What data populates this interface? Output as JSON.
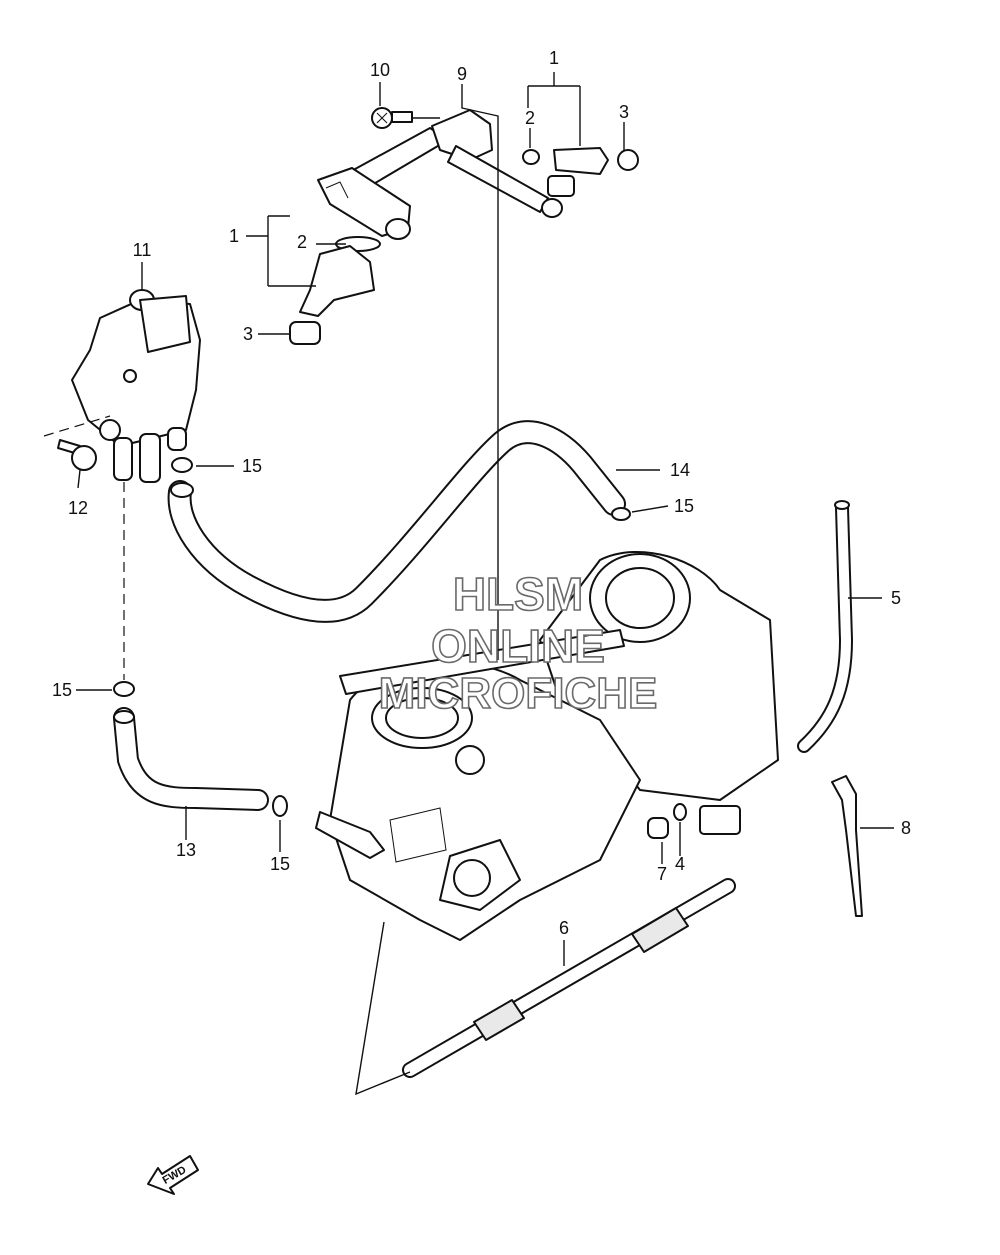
{
  "callouts": {
    "n1_top": "1",
    "n2_top": "2",
    "n3_top": "3",
    "n9": "9",
    "n10": "10",
    "n1_left": "1",
    "n2_left": "2",
    "n3_left": "3",
    "n11": "11",
    "n12": "12",
    "n15_a": "15",
    "n14": "14",
    "n15_b": "15",
    "n5": "5",
    "n15_c": "15",
    "n13": "13",
    "n15_d": "15",
    "n7": "7",
    "n4": "4",
    "n8": "8",
    "n6": "6"
  },
  "watermark": {
    "line1": "HLSM",
    "line2": "ONLINE",
    "line3": "MICROFICHE"
  },
  "fwd_arrow": {
    "label": "FWD",
    "icon": "fwd-arrow-icon"
  },
  "colors": {
    "ink": "#111111",
    "watermark_outline": "#6a6a6a",
    "background": "#ffffff"
  }
}
